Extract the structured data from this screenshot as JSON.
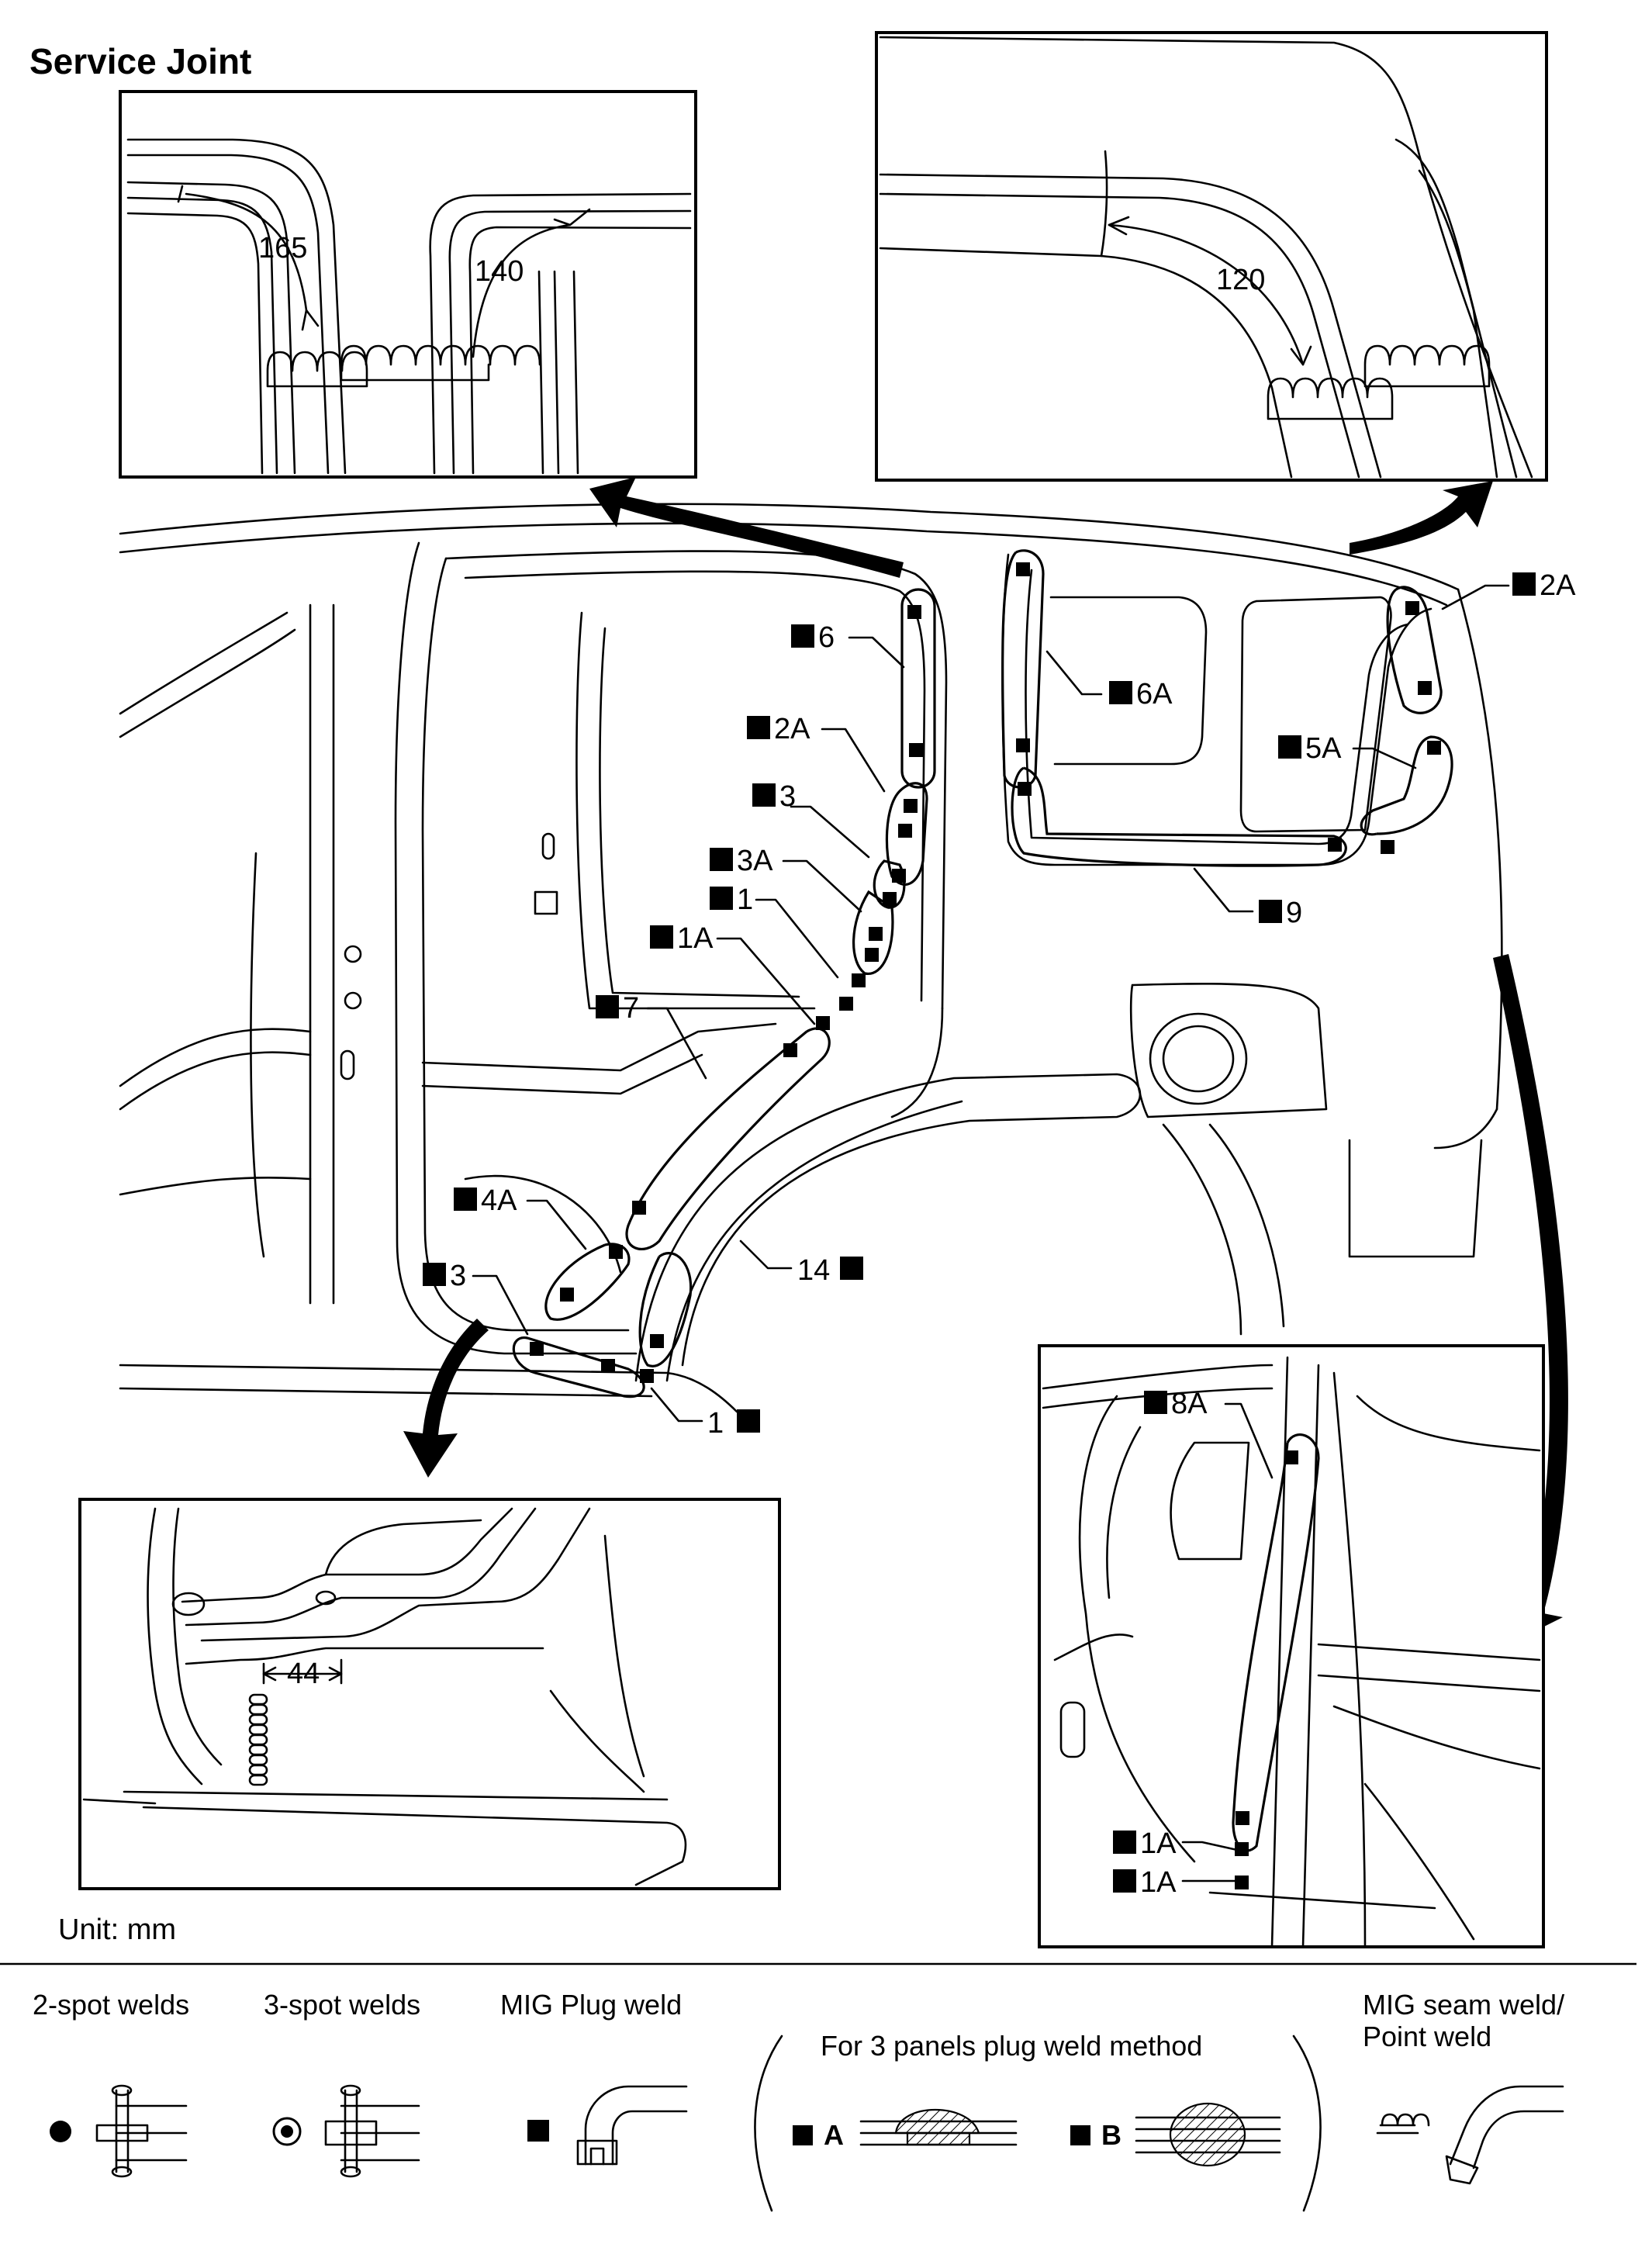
{
  "title": "Service Joint",
  "unit": "Unit: mm",
  "details": {
    "top_left": {
      "dims": [
        "165",
        "140"
      ]
    },
    "top_right": {
      "dims": [
        "120"
      ]
    },
    "bottom_left": {
      "dims": [
        "44"
      ]
    },
    "bottom_right": {
      "labels": [
        "8A",
        "1A",
        "1A"
      ]
    }
  },
  "callouts": {
    "c6": "6",
    "c2a": "2A",
    "c3": "3",
    "c3a": "3A",
    "c1": "1",
    "c1a": "1A",
    "c7": "7",
    "c4a": "4A",
    "c3b": "3",
    "c14": "14",
    "c1b": "1",
    "c6a": "6A",
    "c5a": "5A",
    "c9": "9",
    "c2a_r": "2A"
  },
  "legend": {
    "two_spot": "2-spot welds",
    "three_spot": "3-spot welds",
    "mig_plug": "MIG Plug weld",
    "three_panels": "For 3 panels plug weld method",
    "mig_seam_line1": "MIG seam weld/",
    "mig_seam_line2": "Point weld",
    "method_a": "A",
    "method_b": "B"
  }
}
